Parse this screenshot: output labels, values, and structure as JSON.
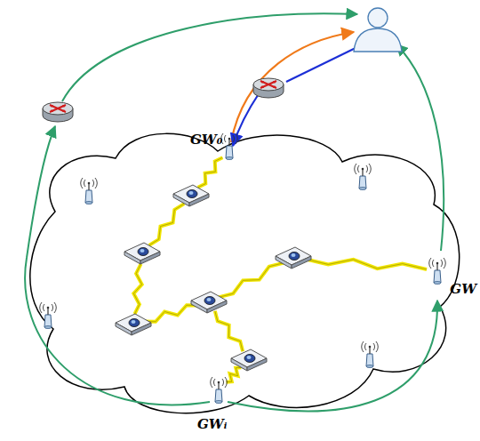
{
  "diagram": {
    "labels": [
      "GW₀",
      "GW",
      "GWᵢ"
    ]
  }
}
